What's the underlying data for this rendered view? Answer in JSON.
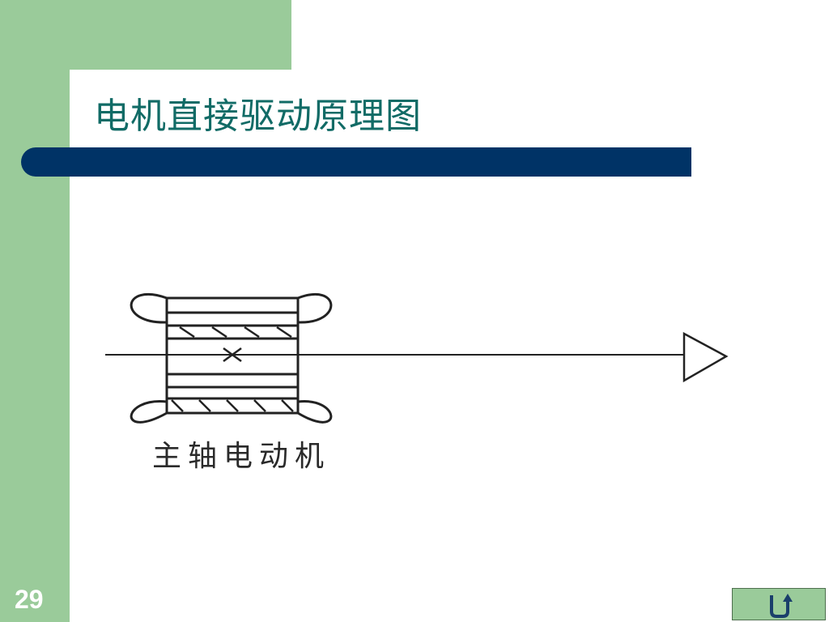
{
  "slide": {
    "title": "电机直接驱动原理图",
    "caption": "主轴电动机",
    "page_number": "29"
  },
  "nav": {
    "return_icon": "u-turn-return-icon"
  },
  "colors": {
    "sidebar_green": "#9acb9a",
    "title_teal": "#116b66",
    "title_bar_navy": "#003366",
    "diagram_line": "#222222"
  }
}
